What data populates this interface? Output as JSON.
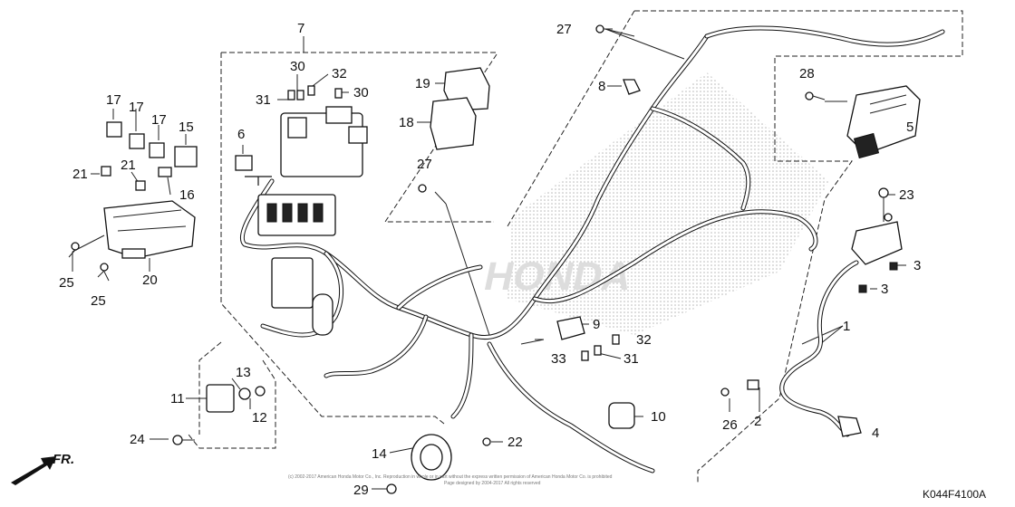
{
  "diagram": {
    "reference_code": "K044F4100A",
    "front_label": "FR.",
    "copyright": "(c) 2002-2017 American Honda Motor Co., Inc. Reproduction in whole or in part without the express written permission of American Honda Motor Co. is prohibited",
    "copyright2": "Page designed by 2004-2017 All rights reserved",
    "watermark": "HONDA",
    "callouts": [
      "1",
      "2",
      "3",
      "3",
      "4",
      "5",
      "6",
      "7",
      "8",
      "9",
      "10",
      "11",
      "12",
      "13",
      "14",
      "15",
      "16",
      "17",
      "17",
      "17",
      "18",
      "19",
      "20",
      "21",
      "21",
      "22",
      "23",
      "24",
      "25",
      "25",
      "26",
      "27",
      "27",
      "28",
      "29",
      "30",
      "30",
      "31",
      "31",
      "32",
      "32",
      "33"
    ]
  }
}
